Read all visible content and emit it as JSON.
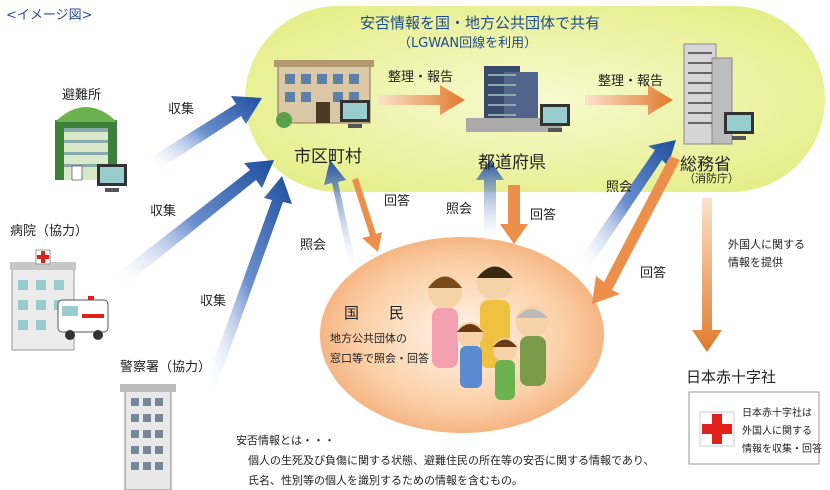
{
  "header_label": "<イメージ図>",
  "share_box": {
    "title": "安否情報を国・地方公共団体で共有",
    "subtitle": "（LGWAN回線を利用）"
  },
  "nodes": {
    "evacuation_center": "避難所",
    "hospital": "病院（協力）",
    "police": "警察署（協力）",
    "municipality": "市区町村",
    "prefecture": "都道府県",
    "ministry": "総務省",
    "ministry_sub": "（消防庁）",
    "red_cross": "日本赤十字社"
  },
  "arrows": {
    "collect_1": "収集",
    "collect_2": "収集",
    "collect_3": "収集",
    "report_1": "整理・報告",
    "report_2": "整理・報告",
    "inquiry_1": "照会",
    "answer_1": "回答",
    "inquiry_2": "照会",
    "answer_2": "回答",
    "inquiry_3": "照会",
    "answer_3": "回答",
    "foreigner_info_line1": "外国人に関する",
    "foreigner_info_line2": "情報を提供"
  },
  "citizens": {
    "title": "国　　民",
    "line1": "地方公共団体の",
    "line2": "窓口等で照会・回答"
  },
  "red_cross_note": {
    "line1": "日本赤十字社は",
    "line2": "外国人に関する",
    "line3": "情報を収集・回答"
  },
  "definition": {
    "line1": "安否情報とは・・・",
    "line2": "個人の生死及び負傷に関する状態、避難住民の所在等の安否に関する情報であり、",
    "line3": "氏名、性別等の個人を識別するための情報を含むもの。"
  },
  "colors": {
    "share_bg": "#eef3a8",
    "citizens_bg": "#f7b98a",
    "blue_arrow": "#1f4f9e",
    "orange_arrow": "#e07a2c",
    "red_cross": "#e0201a"
  }
}
